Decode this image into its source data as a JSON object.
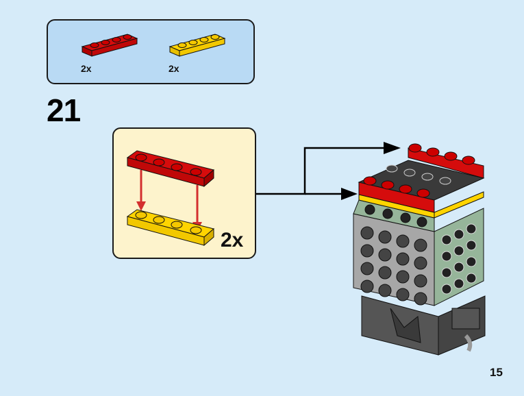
{
  "parts_list": {
    "items": [
      {
        "part": "plate-1x4",
        "color_name": "red",
        "color": "#d50c0c",
        "quantity": "2x"
      },
      {
        "part": "plate-1x4",
        "color_name": "yellow",
        "color": "#ffd400",
        "quantity": "2x"
      }
    ]
  },
  "step": {
    "number": "21",
    "subassembly": {
      "quantity": "2x",
      "top_part_color": "#d50c0c",
      "bottom_part_color": "#ffd400",
      "arrow_color": "#d32f2f"
    }
  },
  "page": {
    "number": "15"
  },
  "colors": {
    "background": "#d6ebf9",
    "parts_box_bg": "#b9daf4",
    "subassembly_bg": "#fdf3cc",
    "outline": "#1a1a1a"
  }
}
